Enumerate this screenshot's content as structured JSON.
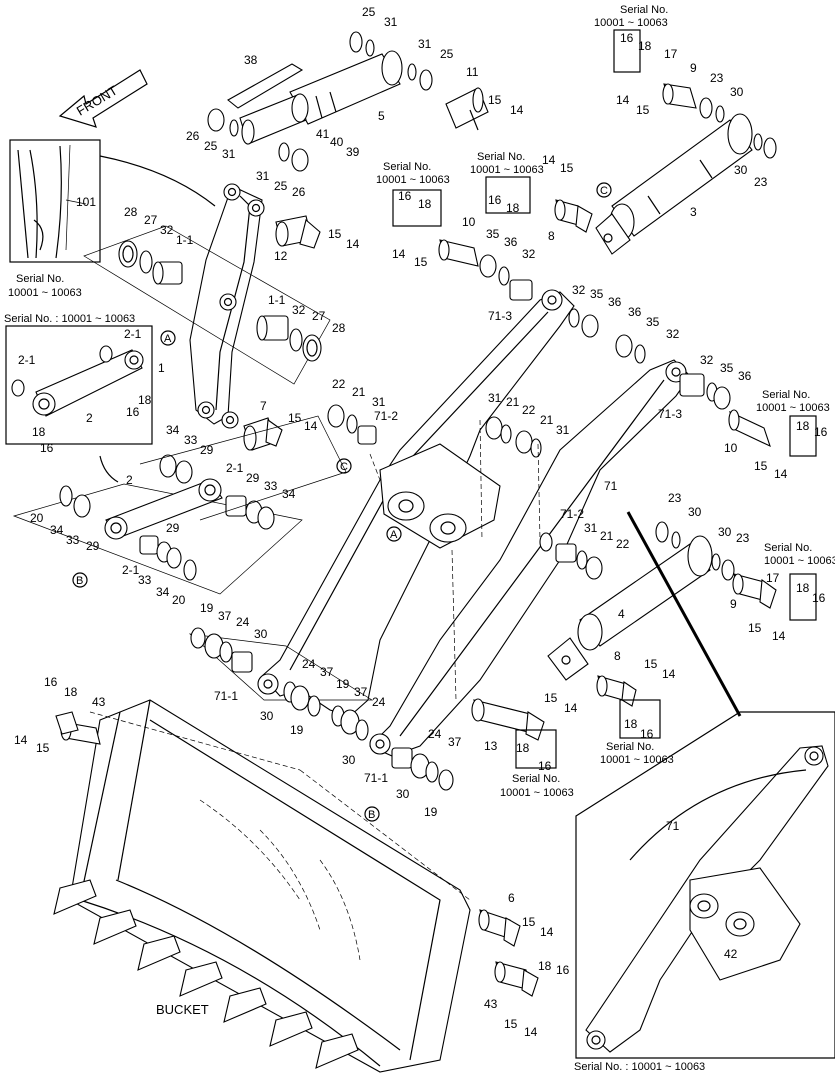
{
  "diagram": {
    "front_label": "FRONT",
    "bucket_label": "BUCKET",
    "serial_no": "Serial No.",
    "serial_range": "10001 ~ 10063",
    "serial_inline": "Serial No. : 10001 ~ 10063",
    "callouts": {
      "a": "A",
      "b": "B",
      "c": "C"
    },
    "part_numbers": [
      "1",
      "1-1",
      "2",
      "2-1",
      "3",
      "4",
      "5",
      "6",
      "7",
      "8",
      "9",
      "10",
      "11",
      "12",
      "13",
      "14",
      "15",
      "16",
      "17",
      "18",
      "19",
      "20",
      "21",
      "22",
      "23",
      "24",
      "25",
      "26",
      "27",
      "28",
      "29",
      "30",
      "31",
      "32",
      "33",
      "34",
      "35",
      "36",
      "37",
      "38",
      "39",
      "40",
      "41",
      "42",
      "43",
      "71",
      "71-1",
      "71-2",
      "71-3",
      "101"
    ]
  }
}
